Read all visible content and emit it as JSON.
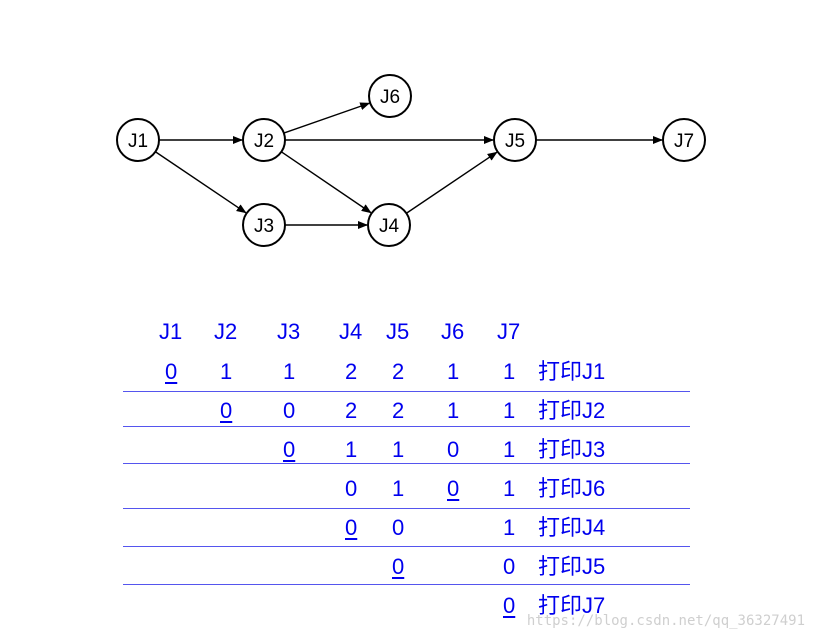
{
  "graph": {
    "nodes": [
      {
        "id": "J1",
        "label": "J1"
      },
      {
        "id": "J2",
        "label": "J2"
      },
      {
        "id": "J3",
        "label": "J3"
      },
      {
        "id": "J4",
        "label": "J4"
      },
      {
        "id": "J5",
        "label": "J5"
      },
      {
        "id": "J6",
        "label": "J6"
      },
      {
        "id": "J7",
        "label": "J7"
      }
    ],
    "edges": [
      {
        "from": "J1",
        "to": "J2"
      },
      {
        "from": "J1",
        "to": "J3"
      },
      {
        "from": "J2",
        "to": "J6"
      },
      {
        "from": "J2",
        "to": "J5"
      },
      {
        "from": "J2",
        "to": "J4"
      },
      {
        "from": "J3",
        "to": "J4"
      },
      {
        "from": "J4",
        "to": "J5"
      },
      {
        "from": "J5",
        "to": "J7"
      }
    ]
  },
  "table": {
    "headers": [
      "J1",
      "J2",
      "J3",
      "J4",
      "J5",
      "J6",
      "J7"
    ],
    "rows": [
      {
        "cells": [
          {
            "v": "0",
            "u": true
          },
          {
            "v": "1"
          },
          {
            "v": "1"
          },
          {
            "v": "2"
          },
          {
            "v": "2"
          },
          {
            "v": "1"
          },
          {
            "v": "1"
          }
        ],
        "action": "打印J1"
      },
      {
        "cells": [
          null,
          {
            "v": "0",
            "u": true
          },
          {
            "v": "0"
          },
          {
            "v": "2"
          },
          {
            "v": "2"
          },
          {
            "v": "1"
          },
          {
            "v": "1"
          }
        ],
        "action": "打印J2"
      },
      {
        "cells": [
          null,
          null,
          {
            "v": "0",
            "u": true
          },
          {
            "v": "1"
          },
          {
            "v": "1"
          },
          {
            "v": "0"
          },
          {
            "v": "1"
          }
        ],
        "action": "打印J3"
      },
      {
        "cells": [
          null,
          null,
          null,
          {
            "v": "0"
          },
          {
            "v": "1"
          },
          {
            "v": "0",
            "u": true
          },
          {
            "v": "1"
          }
        ],
        "action": "打印J6"
      },
      {
        "cells": [
          null,
          null,
          null,
          {
            "v": "0",
            "u": true
          },
          {
            "v": "0"
          },
          null,
          {
            "v": "1"
          }
        ],
        "action": "打印J4"
      },
      {
        "cells": [
          null,
          null,
          null,
          null,
          {
            "v": "0",
            "u": true
          },
          null,
          {
            "v": "0"
          }
        ],
        "action": "打印J5"
      },
      {
        "cells": [
          null,
          null,
          null,
          null,
          null,
          null,
          {
            "v": "0",
            "u": true
          }
        ],
        "action": "打印J7"
      }
    ]
  },
  "watermark": "https://blog.csdn.net/qq_36327491"
}
